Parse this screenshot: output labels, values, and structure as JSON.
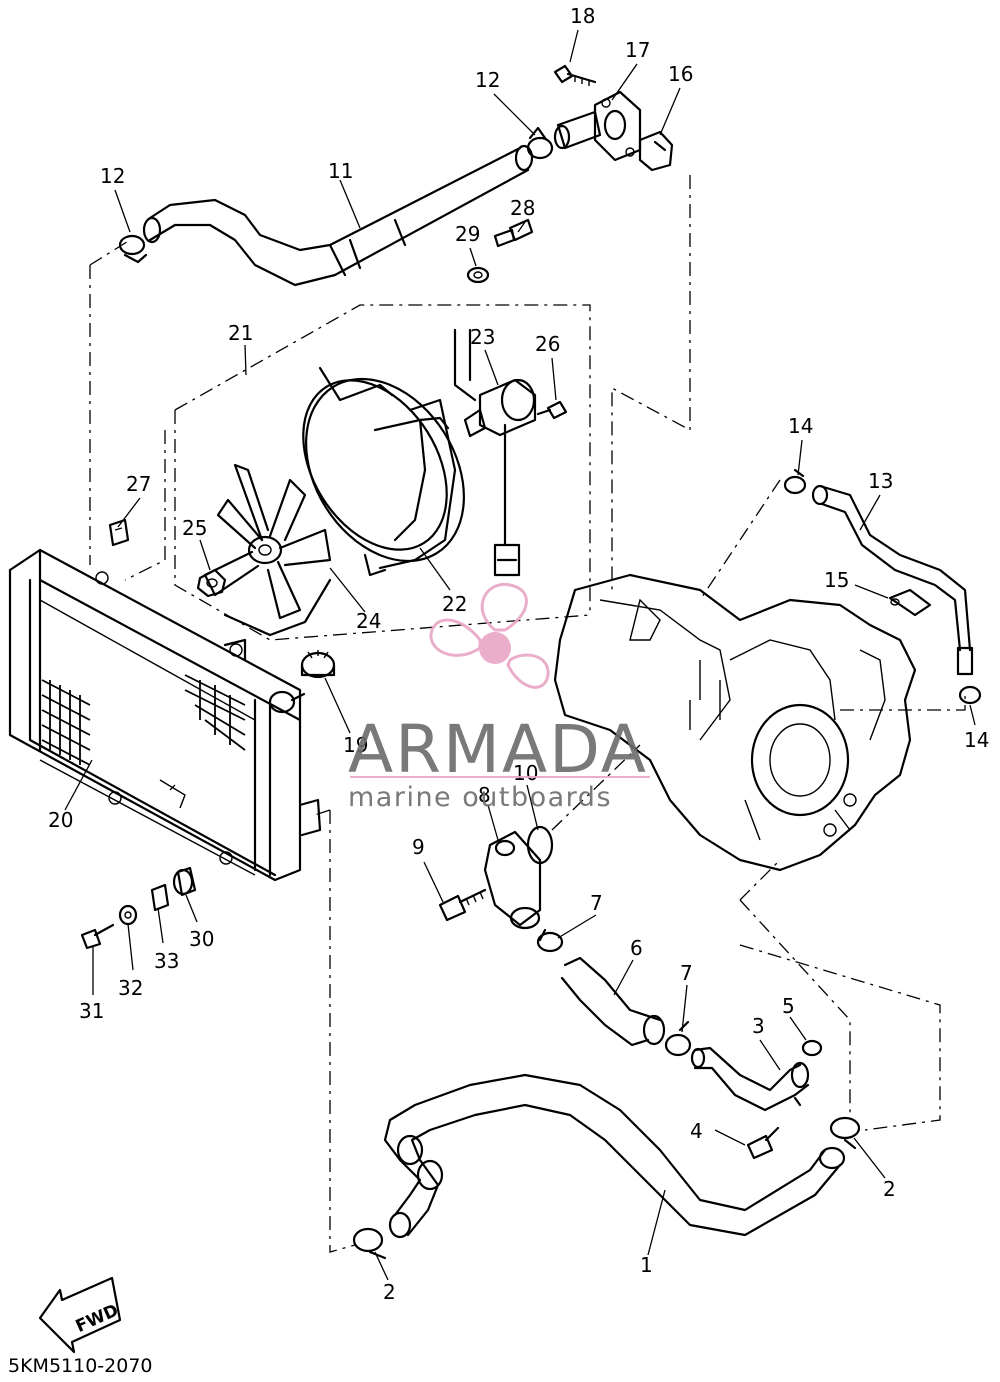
{
  "diagram": {
    "code": "5KM5110-2070",
    "fwd_label": "FWD",
    "callouts": [
      {
        "id": "c18",
        "label": "18"
      },
      {
        "id": "c17",
        "label": "17"
      },
      {
        "id": "c16",
        "label": "16"
      },
      {
        "id": "c12a",
        "label": "12"
      },
      {
        "id": "c12b",
        "label": "12"
      },
      {
        "id": "c11",
        "label": "11"
      },
      {
        "id": "c28",
        "label": "28"
      },
      {
        "id": "c29",
        "label": "29"
      },
      {
        "id": "c21",
        "label": "21"
      },
      {
        "id": "c23",
        "label": "23"
      },
      {
        "id": "c26",
        "label": "26"
      },
      {
        "id": "c14a",
        "label": "14"
      },
      {
        "id": "c13",
        "label": "13"
      },
      {
        "id": "c27",
        "label": "27"
      },
      {
        "id": "c25",
        "label": "25"
      },
      {
        "id": "c15",
        "label": "15"
      },
      {
        "id": "c22",
        "label": "22"
      },
      {
        "id": "c24",
        "label": "24"
      },
      {
        "id": "c14b",
        "label": "14"
      },
      {
        "id": "c19",
        "label": "19"
      },
      {
        "id": "c10",
        "label": "10"
      },
      {
        "id": "c8",
        "label": "8"
      },
      {
        "id": "c20",
        "label": "20"
      },
      {
        "id": "c9",
        "label": "9"
      },
      {
        "id": "c7a",
        "label": "7"
      },
      {
        "id": "c30",
        "label": "30"
      },
      {
        "id": "c33",
        "label": "33"
      },
      {
        "id": "c6",
        "label": "6"
      },
      {
        "id": "c32",
        "label": "32"
      },
      {
        "id": "c31",
        "label": "31"
      },
      {
        "id": "c7b",
        "label": "7"
      },
      {
        "id": "c5",
        "label": "5"
      },
      {
        "id": "c3",
        "label": "3"
      },
      {
        "id": "c4",
        "label": "4"
      },
      {
        "id": "c2a",
        "label": "2"
      },
      {
        "id": "c2b",
        "label": "2"
      },
      {
        "id": "c1",
        "label": "1"
      }
    ]
  },
  "watermark": {
    "brand": "ARMADA",
    "tagline": "marine outboards",
    "brand_color": "#6b6b6b",
    "logo_color": "#e8a6c6",
    "logo_icon": "propeller-icon"
  }
}
